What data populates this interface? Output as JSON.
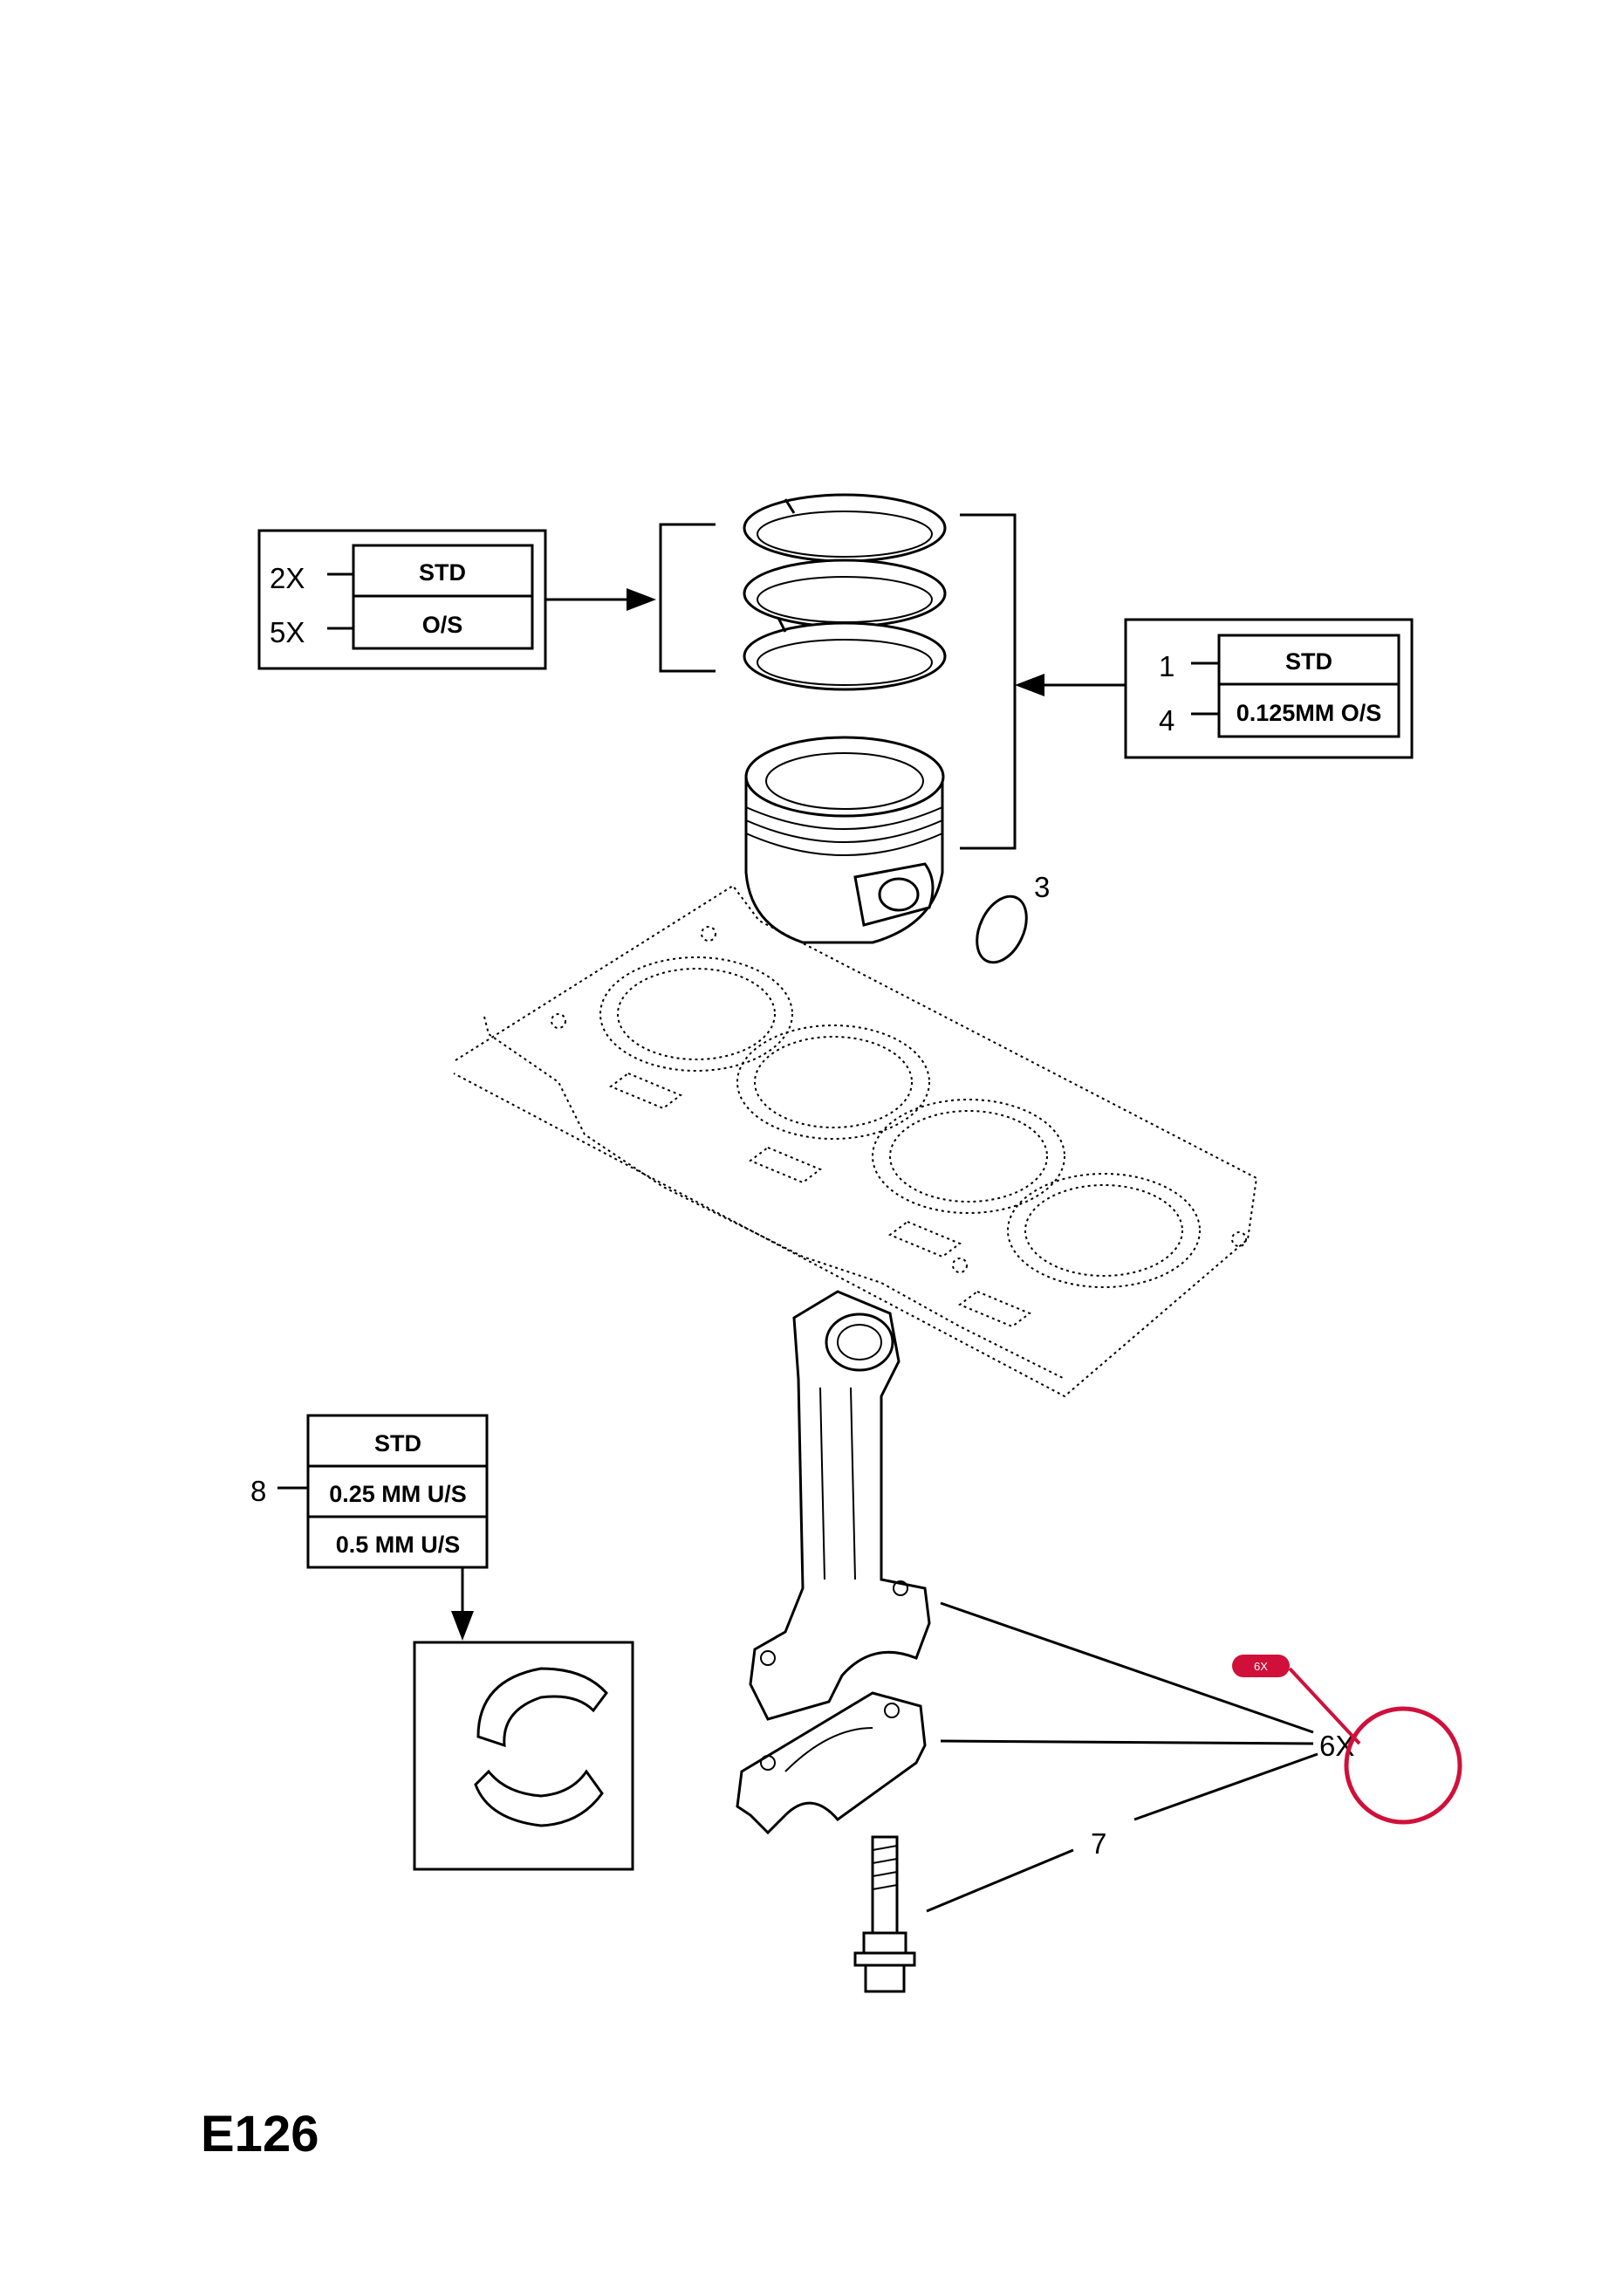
{
  "page": {
    "code": "E126"
  },
  "callouts": {
    "rings": {
      "qty_1": "2X",
      "qty_2": "5X",
      "opt_1": "STD",
      "opt_2": "O/S"
    },
    "piston": {
      "num_1": "1",
      "num_2": "4",
      "opt_1": "STD",
      "opt_2": "0.125MM O/S"
    },
    "pin_clip": {
      "num": "3"
    },
    "bearing": {
      "num": "8",
      "opt_1": "STD",
      "opt_2": "0.25 MM U/S",
      "opt_3": "0.5 MM U/S"
    },
    "rod": {
      "num": "6X"
    },
    "bolt": {
      "num": "7"
    }
  },
  "hotspot": {
    "label": "6X",
    "color": "#d0103a"
  }
}
